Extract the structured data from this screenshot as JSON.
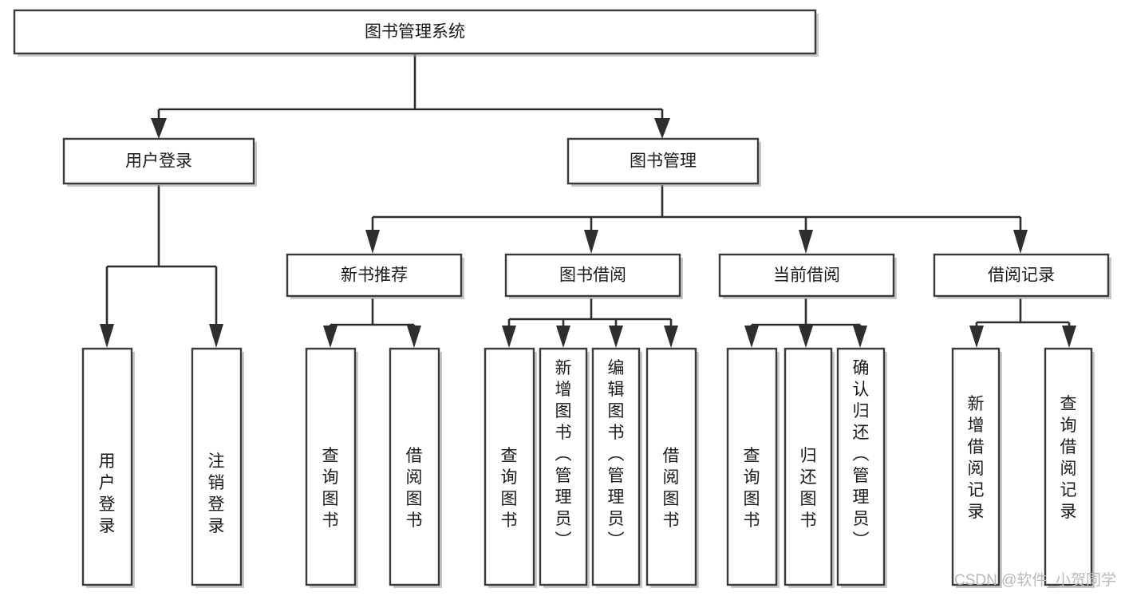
{
  "diagram": {
    "type": "tree-hierarchy",
    "title": "图书管理系统",
    "root": {
      "id": "root",
      "label": "图书管理系统",
      "orientation": "horizontal"
    },
    "level2": [
      {
        "id": "user-login",
        "label": "用户登录",
        "orientation": "horizontal"
      },
      {
        "id": "book-management",
        "label": "图书管理",
        "orientation": "horizontal"
      }
    ],
    "level3": [
      {
        "id": "new-book-recommend",
        "label": "新书推荐",
        "orientation": "horizontal",
        "parent": "book-management"
      },
      {
        "id": "book-borrow",
        "label": "图书借阅",
        "orientation": "horizontal",
        "parent": "book-management"
      },
      {
        "id": "current-borrow",
        "label": "当前借阅",
        "orientation": "horizontal",
        "parent": "book-management"
      },
      {
        "id": "borrow-record",
        "label": "借阅记录",
        "orientation": "horizontal",
        "parent": "book-management"
      }
    ],
    "leaves": [
      {
        "id": "leaf-user-login",
        "label": "用户登录",
        "orientation": "vertical",
        "parent": "user-login"
      },
      {
        "id": "leaf-user-logout",
        "label": "注销登录",
        "orientation": "vertical",
        "parent": "user-login"
      },
      {
        "id": "leaf-query-book-1",
        "label": "查询图书",
        "orientation": "vertical",
        "parent": "new-book-recommend"
      },
      {
        "id": "leaf-borrow-book-1",
        "label": "借阅图书",
        "orientation": "vertical",
        "parent": "new-book-recommend"
      },
      {
        "id": "leaf-query-book-2",
        "label": "查询图书",
        "orientation": "vertical",
        "parent": "book-borrow"
      },
      {
        "id": "leaf-add-book",
        "label": "新增图书（管理员）",
        "orientation": "vertical",
        "parent": "book-borrow"
      },
      {
        "id": "leaf-edit-book",
        "label": "编辑图书（管理员）",
        "orientation": "vertical",
        "parent": "book-borrow"
      },
      {
        "id": "leaf-borrow-book-2",
        "label": "借阅图书",
        "orientation": "vertical",
        "parent": "book-borrow"
      },
      {
        "id": "leaf-query-book-3",
        "label": "查询图书",
        "orientation": "vertical",
        "parent": "current-borrow"
      },
      {
        "id": "leaf-return-book",
        "label": "归还图书",
        "orientation": "vertical",
        "parent": "current-borrow"
      },
      {
        "id": "leaf-confirm-return",
        "label": "确认归还（管理员）",
        "orientation": "vertical",
        "parent": "current-borrow"
      },
      {
        "id": "leaf-add-record",
        "label": "新增借阅记录",
        "orientation": "vertical",
        "parent": "borrow-record"
      },
      {
        "id": "leaf-query-record",
        "label": "查询借阅记录",
        "orientation": "vertical",
        "parent": "borrow-record"
      }
    ],
    "colors": {
      "box_stroke": "#3a3a3a",
      "box_fill": "#ffffff",
      "connector": "#2e2e2e",
      "text": "#1a1a1a",
      "watermark": "#b9b9b9",
      "background": "#ffffff"
    }
  },
  "watermark": {
    "text": "CSDN @软件_小贺同学"
  }
}
